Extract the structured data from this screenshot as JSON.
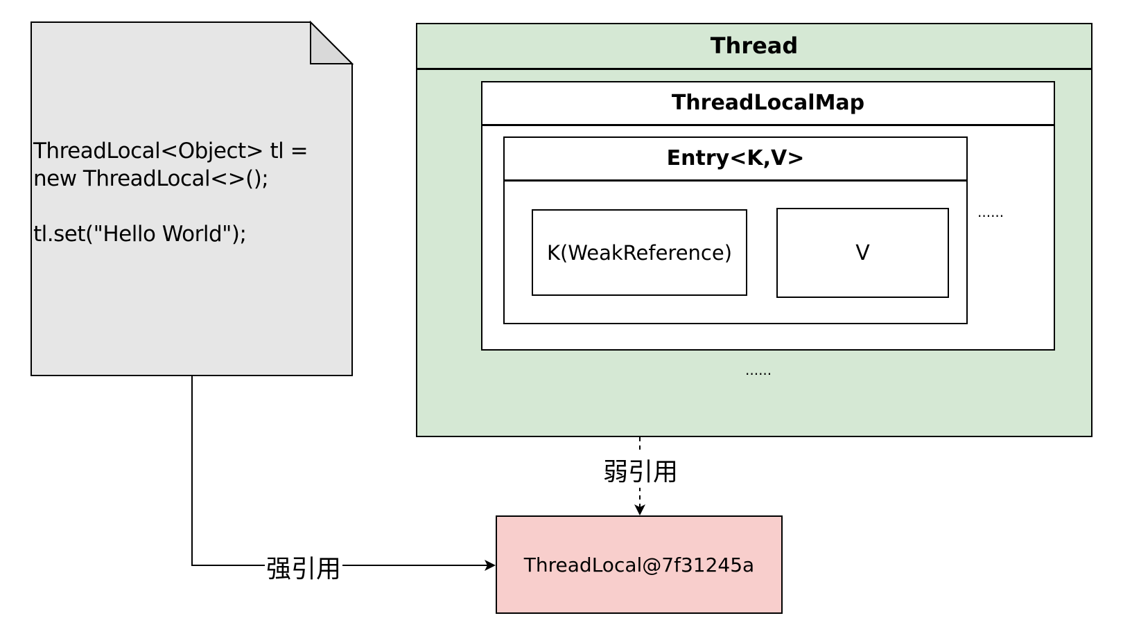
{
  "code_note": {
    "lines": "ThreadLocal<Object> tl =\nnew ThreadLocal<>();\n\ntl.set(\"Hello World\");",
    "fill": "#e6e6e6"
  },
  "thread": {
    "title": "Thread",
    "fill": "#d5e8d4",
    "more": "......"
  },
  "thread_local_map": {
    "title": "ThreadLocalMap",
    "more": "......"
  },
  "entry": {
    "title": "Entry<K,V>",
    "key": "K(WeakReference)",
    "value": "V"
  },
  "thread_local_object": {
    "label": "ThreadLocal@7f31245a",
    "fill": "#f8cecc"
  },
  "edges": {
    "weak_reference": "弱引用",
    "strong_reference": "强引用"
  }
}
